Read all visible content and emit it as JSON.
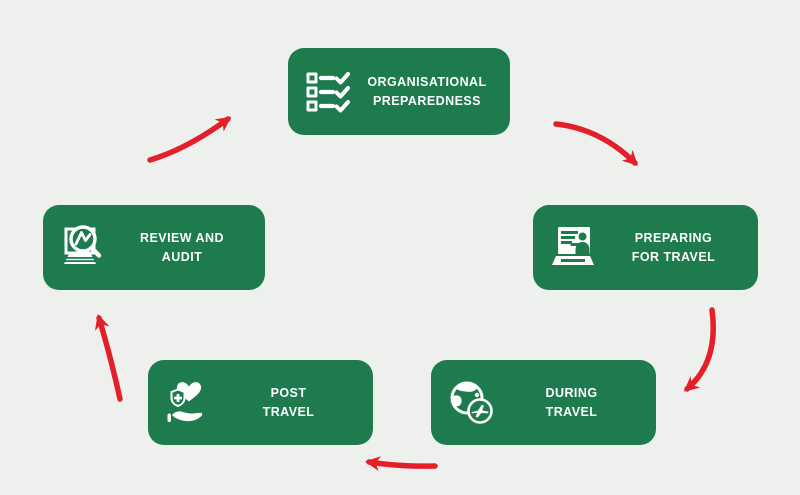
{
  "diagram": {
    "description": "Travel management cycle",
    "flow_direction": "clockwise",
    "colors": {
      "background": "#eef0ed",
      "node_fill": "#1d7b4e",
      "arrow": "#e3202a",
      "text": "#ffffff"
    },
    "nodes": [
      {
        "id": "organisational-preparedness",
        "label": "ORGANISATIONAL\nPREPAREDNESS",
        "icon": "checklist-icon"
      },
      {
        "id": "preparing-for-travel",
        "label": "PREPARING\nFOR TRAVEL",
        "icon": "laptop-person-icon"
      },
      {
        "id": "during-travel",
        "label": "DURING\nTRAVEL",
        "icon": "globe-plane-icon"
      },
      {
        "id": "post-travel",
        "label": "POST\nTRAVEL",
        "icon": "hand-heart-shield-icon"
      },
      {
        "id": "review-and-audit",
        "label": "REVIEW AND\nAUDIT",
        "icon": "magnifier-laptop-icon"
      }
    ],
    "edges": [
      {
        "from": "organisational-preparedness",
        "to": "preparing-for-travel"
      },
      {
        "from": "preparing-for-travel",
        "to": "during-travel"
      },
      {
        "from": "during-travel",
        "to": "post-travel"
      },
      {
        "from": "post-travel",
        "to": "review-and-audit"
      },
      {
        "from": "review-and-audit",
        "to": "organisational-preparedness"
      }
    ]
  }
}
